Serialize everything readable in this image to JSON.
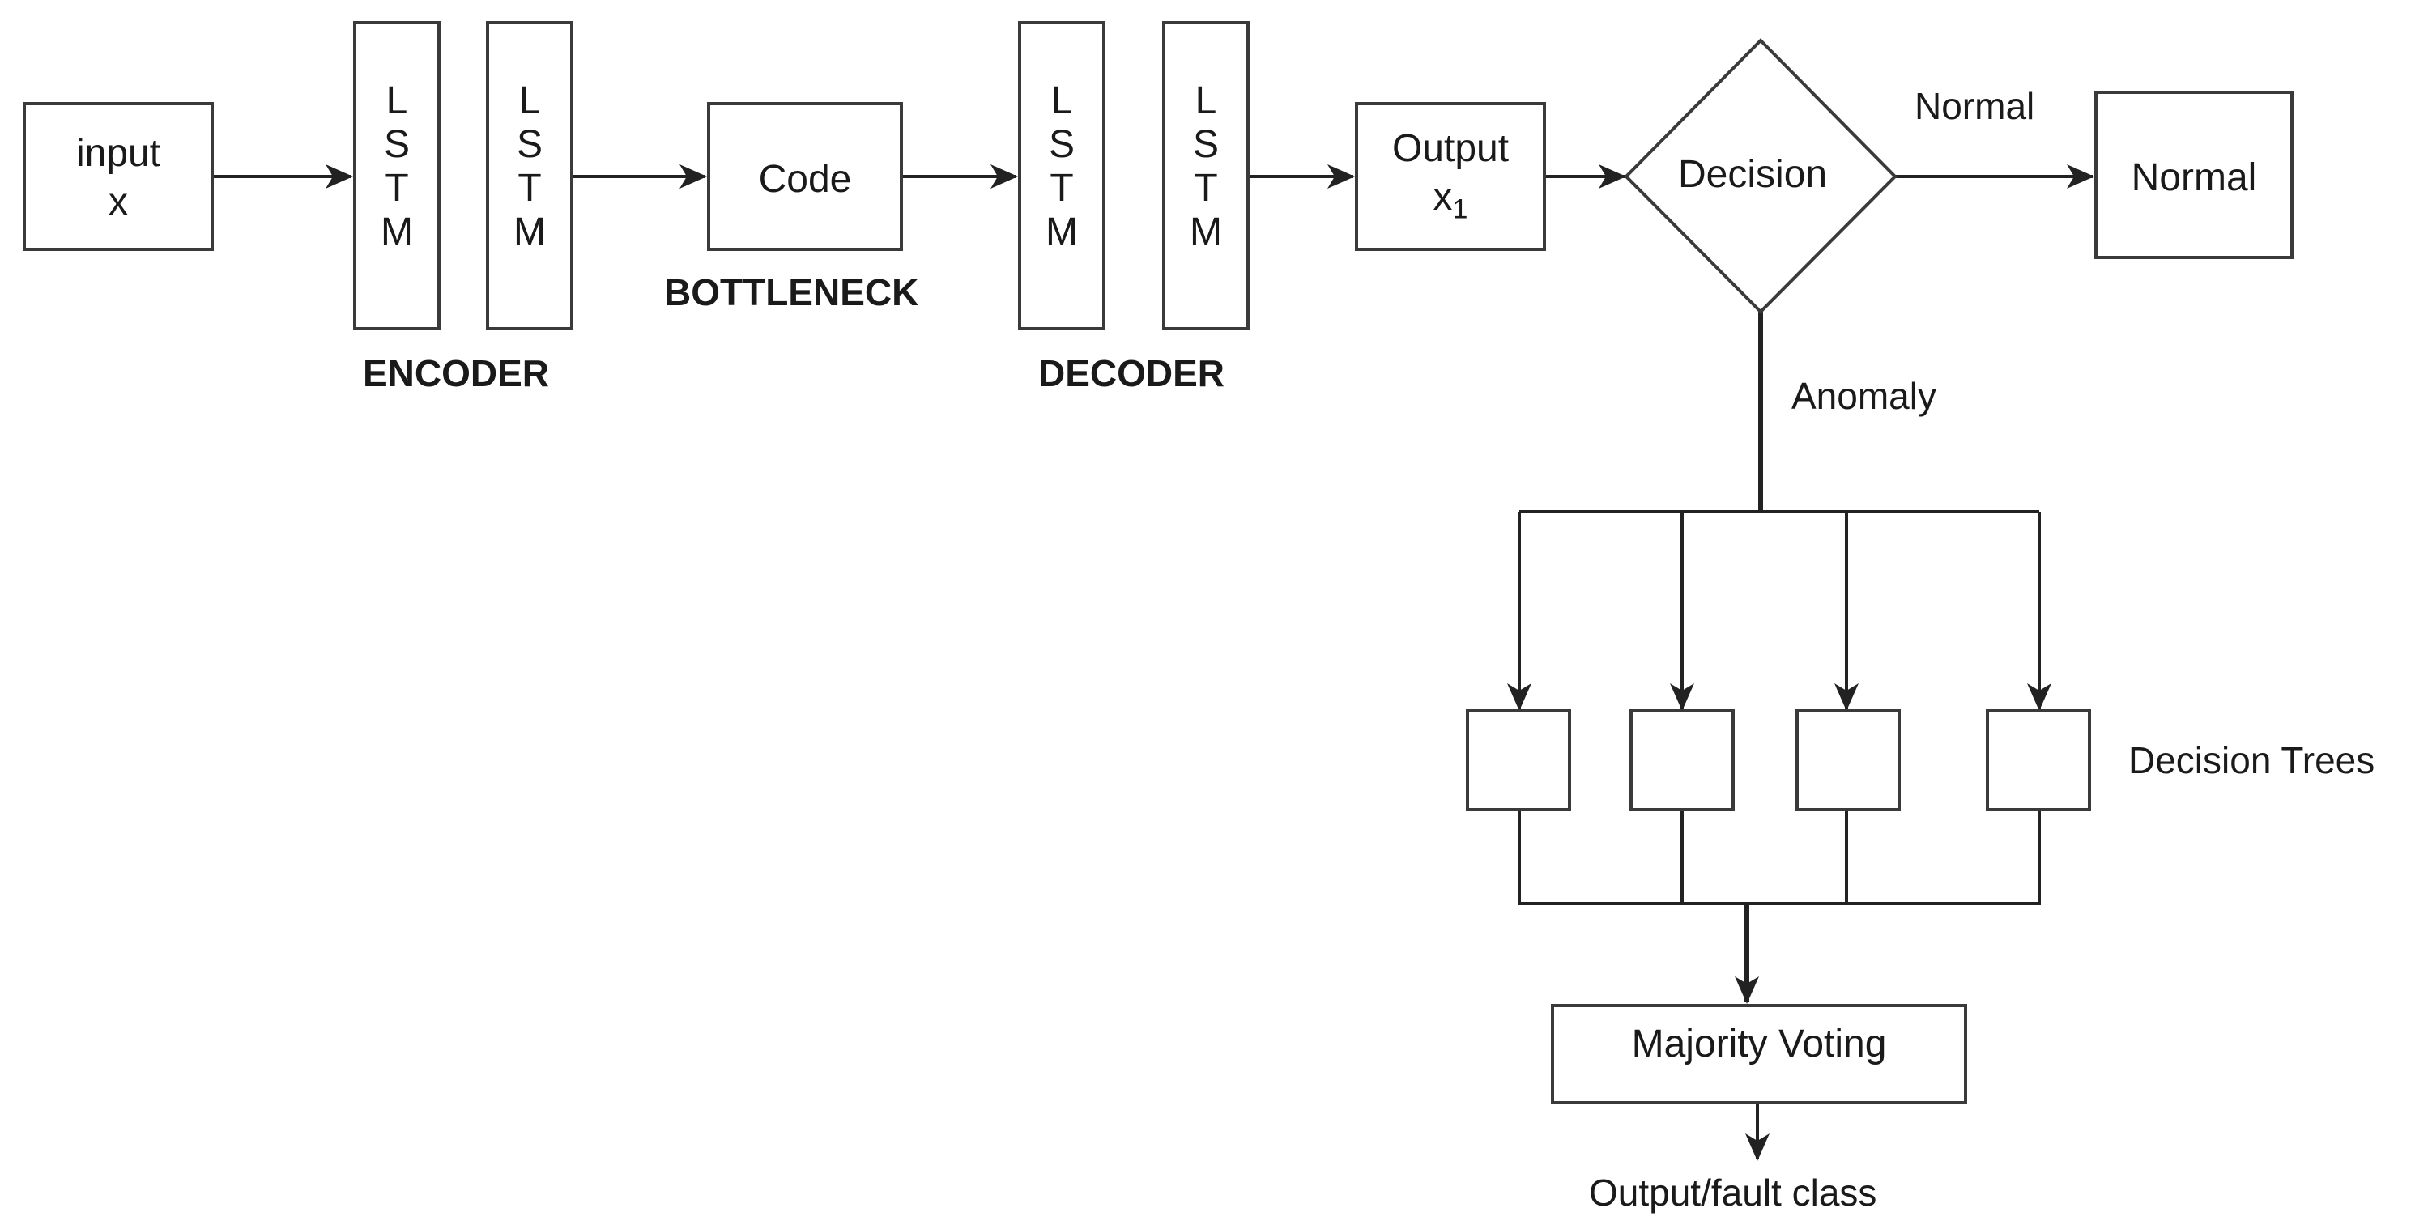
{
  "input_box": {
    "line1": "input",
    "line2": "x"
  },
  "lstm_letters": [
    "L",
    "S",
    "T",
    "M"
  ],
  "encoder_label": "ENCODER",
  "code_box": "Code",
  "bottleneck_label": "BOTTLENECK",
  "decoder_label": "DECODER",
  "output_box": {
    "line1": "Output",
    "base": "x",
    "subscript": "1"
  },
  "decision": "Decision",
  "normal_edge_label": "Normal",
  "normal_box": "Normal",
  "anomaly_edge_label": "Anomaly",
  "decision_trees_label": "Decision Trees",
  "majority_voting": "Majority Voting",
  "final_output": "Output/fault class",
  "colors": {
    "stroke": "#3a3a3a",
    "text": "#1a1a1a",
    "background": "#ffffff"
  }
}
